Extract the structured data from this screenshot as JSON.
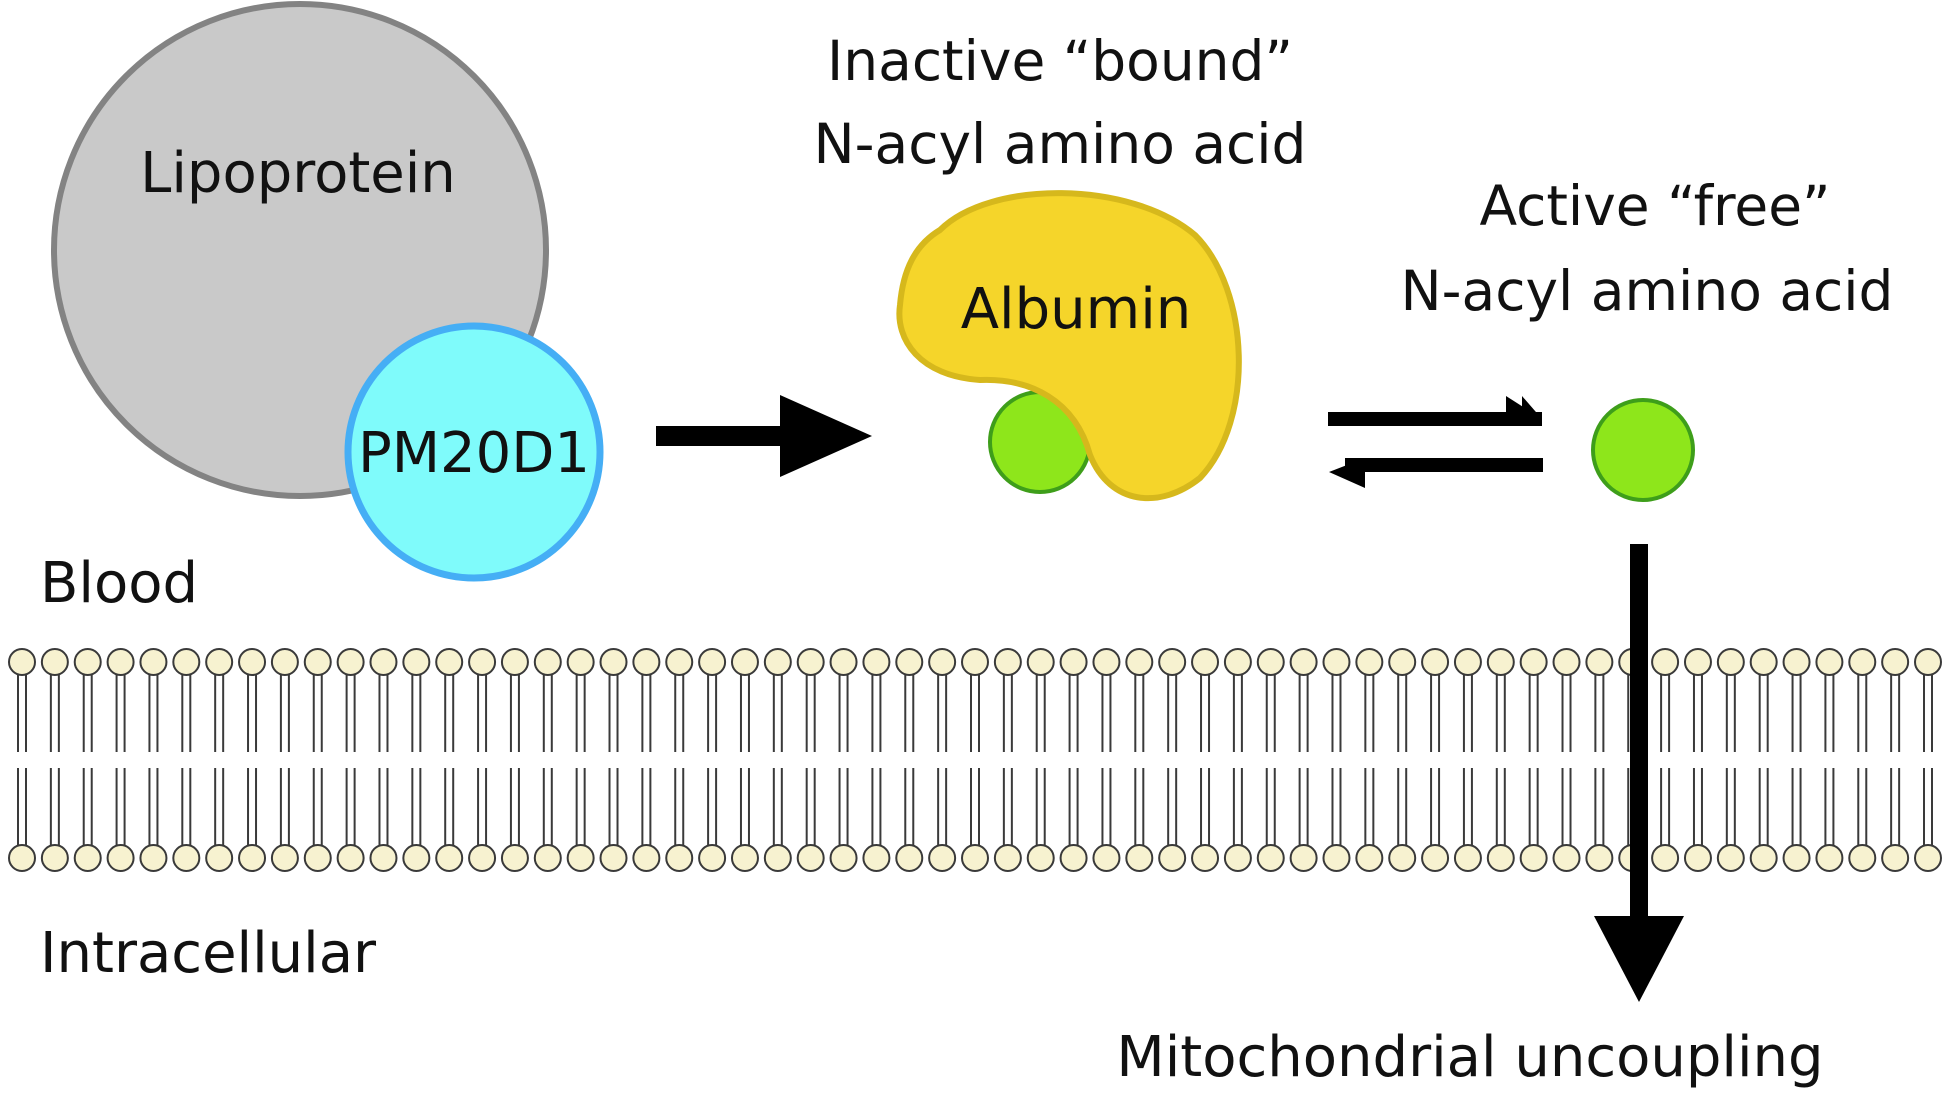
{
  "labels": {
    "lipoprotein": "Lipoprotein",
    "pm20d1": "PM20D1",
    "albumin": "Albumin",
    "inactive_line1": "Inactive “bound”",
    "inactive_line2": "N-acyl amino acid",
    "active_line1": "Active “free”",
    "active_line2": "N-acyl amino acid",
    "blood": "Blood",
    "intracellular": "Intracellular",
    "outcome": "Mitochondrial uncoupling"
  },
  "colors": {
    "lipoprotein_fill": "#c9c9c9",
    "lipoprotein_stroke": "#838383",
    "pm20d1_fill": "#7ffbfb",
    "pm20d1_stroke": "#45aef5",
    "albumin_fill": "#f5d52a",
    "albumin_stroke": "#d6b81c",
    "ligand_fill": "#8ee61b",
    "ligand_stroke": "#3e9e1a",
    "lipid_head_fill": "#f7f2d0",
    "lipid_stroke": "#3a3a3a",
    "arrow": "#000000"
  },
  "membrane": {
    "lipid_count": 59
  }
}
